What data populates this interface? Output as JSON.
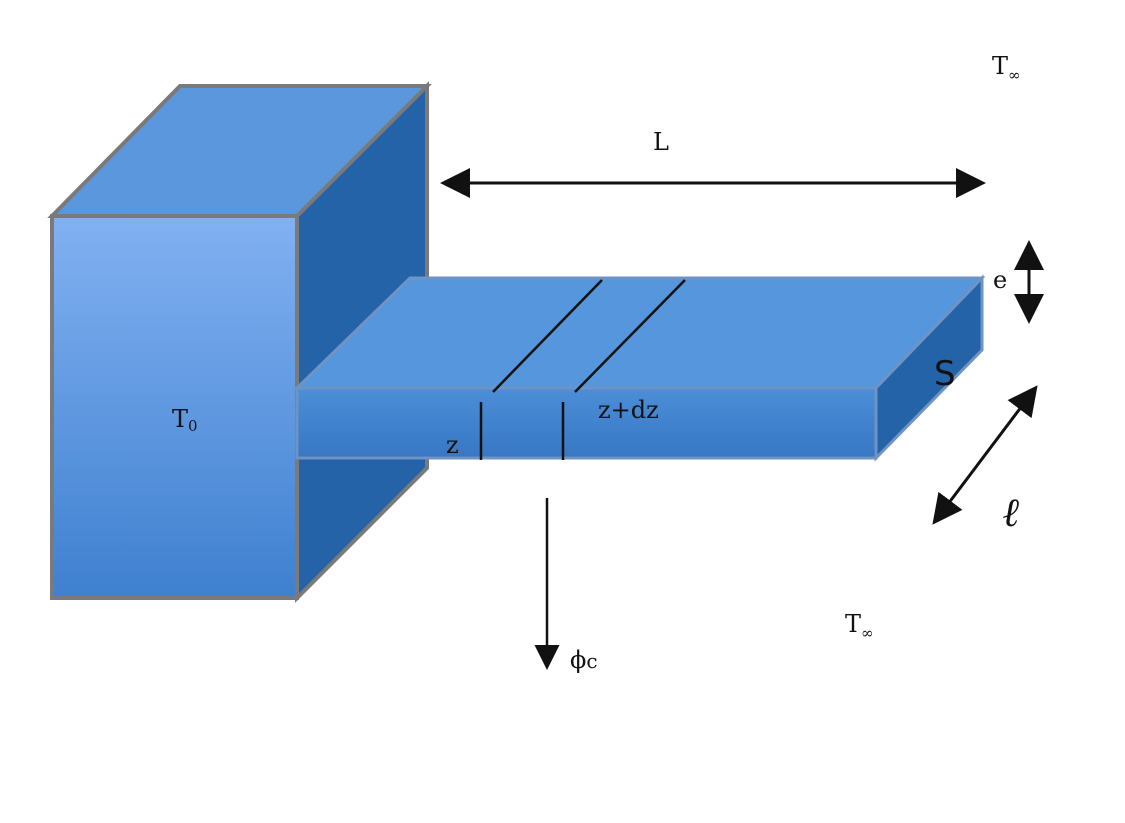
{
  "labels": {
    "t0_main": "T",
    "t0_sub": "0",
    "t_inf_top_main": "T",
    "t_inf_top_sub": "∞",
    "t_inf_bottom_main": "T",
    "t_inf_bottom_sub": "∞",
    "length": "L",
    "thickness": "e",
    "section": "S",
    "width": "ℓ",
    "z": "z",
    "z_plus_dz": "z+dz",
    "flux_main": "ϕ",
    "flux_sub": "c"
  },
  "colors": {
    "block_front": "#6fa3ea",
    "block_top": "#5b97dd",
    "block_side": "#2563a8",
    "fin_top": "#5596dc",
    "fin_front": "#3b7fcc",
    "fin_side": "#2563a8",
    "outline": "#7a7a7a"
  }
}
